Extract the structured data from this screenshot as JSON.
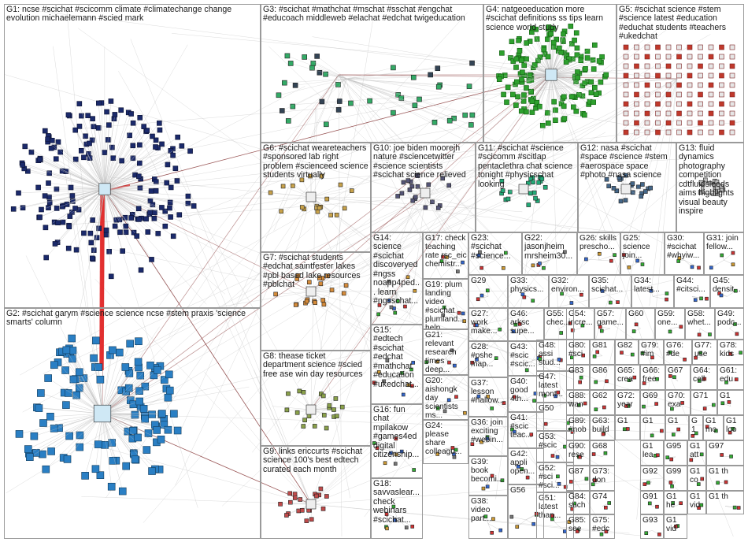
{
  "cells": [
    {
      "id": "G1",
      "label": "G1: ncse #scichat #scicomm climate #climatechange change evolution michaelemann #scied mark"
    },
    {
      "id": "G2",
      "label": "G2: #scichat garym #science science ncse #stem praxis 'science smarts' column"
    },
    {
      "id": "G3",
      "label": "G3: #scichat #mathchat #mschat #sschat #engchat #educoach middleweb #elachat #edchat twigeducation"
    },
    {
      "id": "G4",
      "label": "G4: natgeoeducation more #scichat definitions ss tips learn science world study"
    },
    {
      "id": "G5",
      "label": "G5: #scichat science #stem #science latest #education #educhat students #teachers #ukedchat"
    },
    {
      "id": "G6",
      "label": "G6: #scichat weareteachers #sponsored lab right problem #scienceed science students virtually"
    },
    {
      "id": "G7",
      "label": "G7: #scichat students #edchat saintfester lakes #pbl based lake resources #pblchat"
    },
    {
      "id": "G8",
      "label": "G8: thease ticket department science #scied free ase win day resources"
    },
    {
      "id": "G9",
      "label": "G9: links ericcurts #scichat science 100's best edtech curated each month"
    },
    {
      "id": "G10",
      "label": "G10: joe biden moorejh nature #sciencetwitter #science scientists #scichat science relieved"
    },
    {
      "id": "G11",
      "label": "G11: #scichat #science #scicomm #scitlap pentaclethra chat science tonight #physicschat looking"
    },
    {
      "id": "G12",
      "label": "G12: nasa #scichat #space #science #stem #aerospace space #photo #nasa science"
    },
    {
      "id": "G13",
      "label": "G13: fluid dynamics photography competition cdtfluidsleeds aims highlights visual beauty inspire"
    },
    {
      "id": "G14",
      "label": "G14: science #scichat discoveryed #ngss noapp4ped... learn #ngsschat..."
    },
    {
      "id": "G15",
      "label": "G15: #edtech #scichat #edchat #mathchat #education #ukedchat..."
    },
    {
      "id": "G16",
      "label": "G16: fun chat mpilakow #games4ed digital citizenship..."
    },
    {
      "id": "G17",
      "label": "G17: check teaching rate rsc_eic chemistr..."
    },
    {
      "id": "G18",
      "label": "G18: savvaslear... check webinars #scichat..."
    },
    {
      "id": "G19",
      "label": "G19: plum landing video #scichat plumland... help..."
    },
    {
      "id": "G20",
      "label": "G20: aishongk day scientists ms..."
    },
    {
      "id": "G21",
      "label": "G21: relevant research times deep..."
    },
    {
      "id": "G22",
      "label": "G22: jasonjheim mrsheim30..."
    },
    {
      "id": "G23",
      "label": "G23: #scichat #science..."
    },
    {
      "id": "G24",
      "label": "G24: please share colleagu..."
    },
    {
      "id": "G25",
      "label": "G25: science join..."
    },
    {
      "id": "G26",
      "label": "G26: skills prescho..."
    },
    {
      "id": "G27",
      "label": "G27: work make..."
    },
    {
      "id": "G28",
      "label": "G28: #pshe map..."
    },
    {
      "id": "G29",
      "label": "G29"
    },
    {
      "id": "G30",
      "label": "G30: #scichat #whyiw..."
    },
    {
      "id": "G31",
      "label": "G31: join fellow..."
    },
    {
      "id": "G32",
      "label": "G32: environ..."
    },
    {
      "id": "G33",
      "label": "G33: physics..."
    },
    {
      "id": "G34",
      "label": "G34: latest..."
    },
    {
      "id": "G35",
      "label": "G35: scichat..."
    },
    {
      "id": "G36",
      "label": "G36: join exciting #webin..."
    },
    {
      "id": "G37",
      "label": "G37: lesson #hallow..."
    },
    {
      "id": "G38",
      "label": "G38: video part..."
    },
    {
      "id": "G39",
      "label": "G39: book becomi..."
    },
    {
      "id": "G40",
      "label": "G40: good 4th..."
    },
    {
      "id": "G41",
      "label": "G41: #scic teac..."
    },
    {
      "id": "G42",
      "label": "G42: appli open..."
    },
    {
      "id": "G43",
      "label": "G43: #scic #scic..."
    },
    {
      "id": "G44",
      "label": "G44: #citsci..."
    },
    {
      "id": "G45",
      "label": "G45: densit..."
    },
    {
      "id": "G46",
      "label": "G46: arksc supe..."
    },
    {
      "id": "G47",
      "label": "G47: latest mont..."
    },
    {
      "id": "G48",
      "label": "G48: assi stud..."
    },
    {
      "id": "G49",
      "label": "G49: podc..."
    },
    {
      "id": "G50",
      "label": "G50"
    },
    {
      "id": "G51",
      "label": "G51: latest than..."
    },
    {
      "id": "G52",
      "label": "G52: #sci #sci..."
    },
    {
      "id": "G53",
      "label": "G53: #scic"
    },
    {
      "id": "G54",
      "label": "G54: incre..."
    },
    {
      "id": "G55",
      "label": "G55: chec..."
    },
    {
      "id": "G56",
      "label": "G56"
    },
    {
      "id": "G57",
      "label": "G57: game..."
    },
    {
      "id": "G58",
      "label": "G58: whet..."
    },
    {
      "id": "G59",
      "label": "G59: one..."
    },
    {
      "id": "G60",
      "label": "G60"
    },
    {
      "id": "G61",
      "label": "G61: edu"
    },
    {
      "id": "G62",
      "label": "G62"
    },
    {
      "id": "G63",
      "label": "G63: build"
    },
    {
      "id": "G64",
      "label": "G64: cell"
    },
    {
      "id": "G65",
      "label": "G65: crea"
    },
    {
      "id": "G66",
      "label": "G66: free"
    },
    {
      "id": "G67",
      "label": "G67"
    },
    {
      "id": "G68",
      "label": "G68"
    },
    {
      "id": "G69",
      "label": "G69"
    },
    {
      "id": "G70",
      "label": "G70: exa"
    },
    {
      "id": "G71",
      "label": "G71"
    },
    {
      "id": "G72",
      "label": "G72: year"
    },
    {
      "id": "G73",
      "label": "G73: don"
    },
    {
      "id": "G74",
      "label": "G74"
    },
    {
      "id": "G75",
      "label": "G75: #edc"
    },
    {
      "id": "G76",
      "label": "G76: #de"
    },
    {
      "id": "G77",
      "label": "G77: use"
    },
    {
      "id": "G78",
      "label": "G78: kids"
    },
    {
      "id": "G79",
      "label": "G79: #im"
    },
    {
      "id": "G80",
      "label": "G80: #sci"
    },
    {
      "id": "G81",
      "label": "G81"
    },
    {
      "id": "G82",
      "label": "G82"
    },
    {
      "id": "G83",
      "label": "G83"
    },
    {
      "id": "G84",
      "label": "G84: such"
    },
    {
      "id": "G85",
      "label": "G85: see"
    },
    {
      "id": "G86",
      "label": "G86"
    },
    {
      "id": "G87",
      "label": "G87"
    },
    {
      "id": "G88",
      "label": "G88: wan"
    },
    {
      "id": "G89",
      "label": "G89: #nob"
    },
    {
      "id": "G90",
      "label": "G90: rese"
    },
    {
      "id": "G91",
      "label": "G91"
    },
    {
      "id": "G92",
      "label": "G92"
    },
    {
      "id": "G93",
      "label": "G93"
    },
    {
      "id": "G95",
      "label": "G95"
    },
    {
      "id": "G97",
      "label": "G97"
    },
    {
      "id": "G99",
      "label": "G99"
    },
    {
      "id": "G1a",
      "label": "G1"
    },
    {
      "id": "G1b",
      "label": "G1"
    },
    {
      "id": "G1c",
      "label": "G1"
    },
    {
      "id": "G1d",
      "label": "G1"
    },
    {
      "id": "G1e",
      "label": "G1"
    },
    {
      "id": "G1f",
      "label": "G1 mo"
    },
    {
      "id": "G1g",
      "label": "G1 lea"
    },
    {
      "id": "G1h",
      "label": "G1 att"
    },
    {
      "id": "G1i",
      "label": "G1 co"
    },
    {
      "id": "G1j",
      "label": "G1 he"
    },
    {
      "id": "G1k",
      "label": "G1 vid"
    },
    {
      "id": "G1l",
      "label": "G1 loo"
    },
    {
      "id": "G1m",
      "label": "G1 th"
    },
    {
      "id": "G1n",
      "label": "G1 vid"
    },
    {
      "id": "G1o",
      "label": "G1 th"
    }
  ],
  "colors": {
    "edge": "#bdbdbd",
    "edge_dark": "#7a1f1f",
    "red": "#e02020",
    "green": "#2ea02e",
    "dark_green": "#0e5a0e",
    "navy": "#1b2a6b",
    "blue": "#2a7fc4",
    "brown": "#8a5a2a",
    "orange": "#d8963a",
    "border": "#9a9a9a"
  }
}
